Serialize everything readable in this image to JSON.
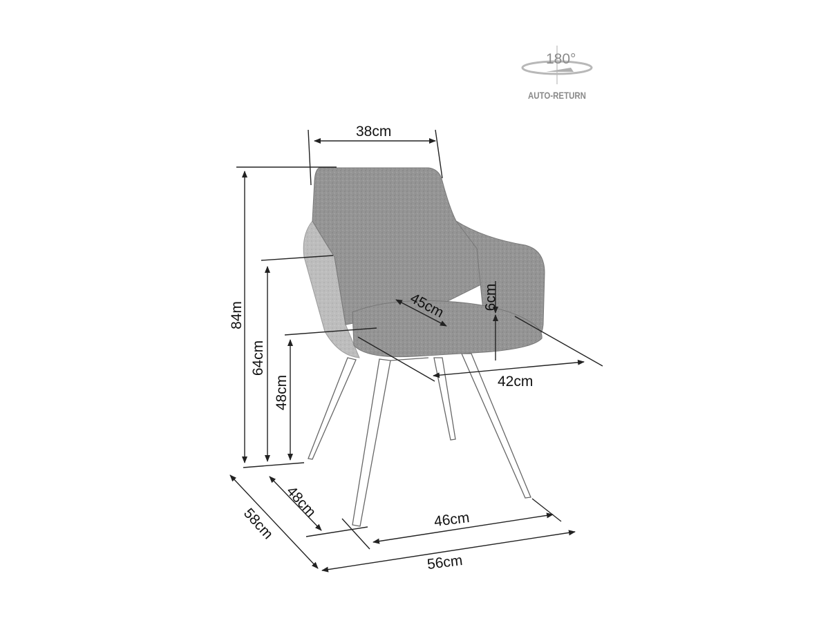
{
  "badge": {
    "rotation": "180°",
    "label": "AUTO-RETURN",
    "icon": "rotation-arrow-icon",
    "color": "#8a8a8a"
  },
  "dimensions": {
    "backrest_width": "38cm",
    "total_height": "84m",
    "armrest_height": "64cm",
    "seat_height": "48cm",
    "seat_depth": "45cm",
    "armrest_above_seat": "6cm",
    "seat_width": "42cm",
    "leg_depth": "48cm",
    "leg_width": "46cm",
    "total_depth": "58cm",
    "total_width": "56cm"
  },
  "colors": {
    "upholstery": "#8f8f8f",
    "upholstery_light": "#b5b5b5",
    "line": "#222222",
    "legs": "#ffffff"
  }
}
